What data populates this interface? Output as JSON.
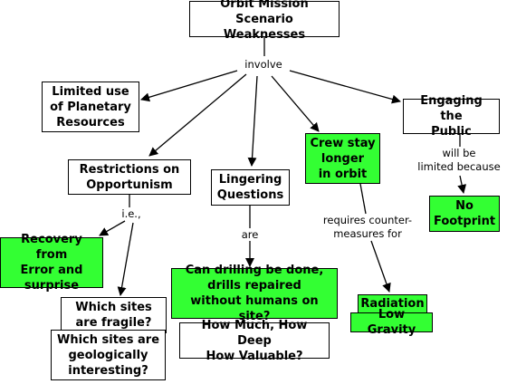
{
  "colors": {
    "highlight": "#33ff33",
    "border": "#000000",
    "background": "#ffffff"
  },
  "nodes": {
    "root": "Orbit Mission\nScenario Weaknesses",
    "limited_use": "Limited use\nof Planetary\nResources",
    "restrictions": "Restrictions on\nOpportunism",
    "lingering": "Lingering\nQuestions",
    "crew": "Crew stay\nlonger\nin orbit",
    "engaging": "Engaging the\nPublic",
    "no_footprint": "No\nFootprint",
    "recovery": "Recovery from\nError and\nsurprise",
    "fragile": "Which sites\nare fragile?",
    "geologic": "Which sites are\ngeologically\ninteresting?",
    "drilling": "Can drilling be done,\ndrills repaired\nwithout humans on site?",
    "how_much": "How Much, How Deep\nHow Valuable?",
    "radiation": "Radiation",
    "low_gravity": "Low Gravity"
  },
  "links": {
    "involve": "involve",
    "ie": "i.e.,",
    "are": "are",
    "requires": "requires counter-\nmeasures for",
    "will_be": "will be\nlimited because"
  }
}
